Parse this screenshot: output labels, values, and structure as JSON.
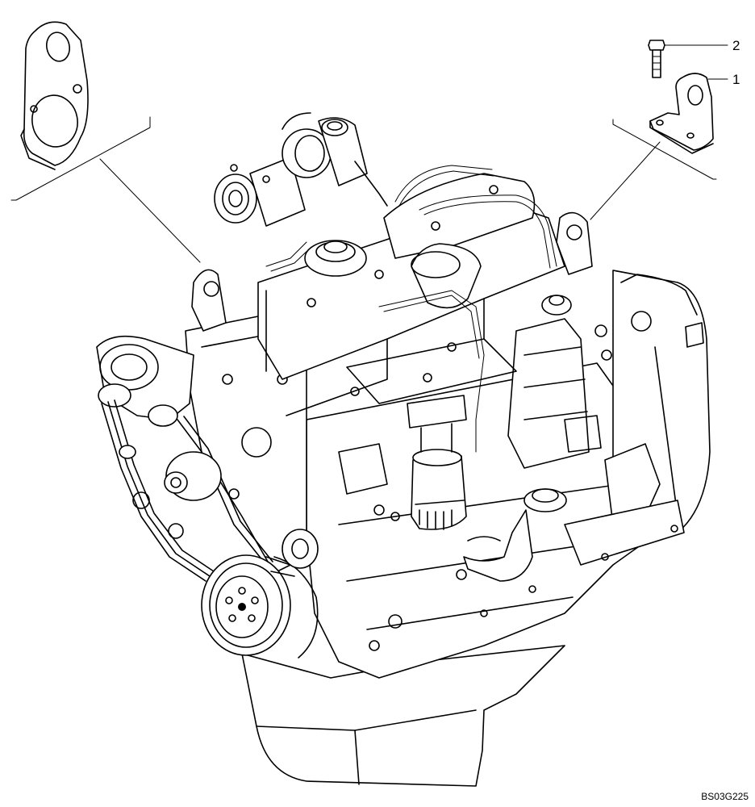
{
  "callouts": [
    {
      "number": "1",
      "part_icon": "lifting-bracket-icon"
    },
    {
      "number": "2",
      "part_icon": "bolt-icon"
    }
  ],
  "figure_code": "BS03G225",
  "colors": {
    "line": "#000000",
    "background": "#ffffff"
  }
}
